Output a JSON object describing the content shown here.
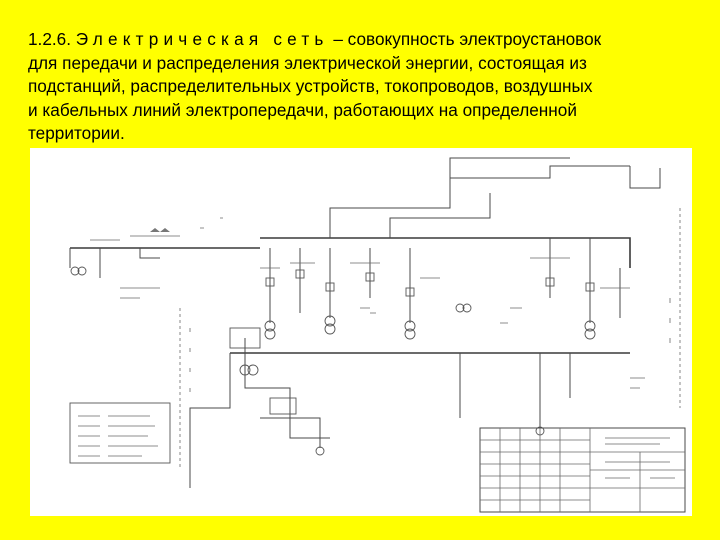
{
  "slide": {
    "line1": {
      "prefix": "1.2.6. ",
      "term": "Электрическая сеть",
      "rest": " – совокупность электроустановок"
    },
    "line2": "для передачи и распределения электрической энергии, состоящая из",
    "line3": "подстанций, распределительных устройств, токопроводов, воздушных",
    "line4": "и кабельных линий электропередачи, работающих на определенной",
    "line5": "территории."
  },
  "colors": {
    "background": "#ffff00",
    "text": "#000000",
    "scan_background": "#ffffff",
    "drawing_lines": "#4a4a4a"
  }
}
